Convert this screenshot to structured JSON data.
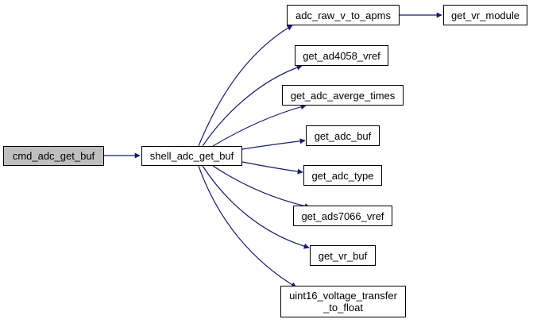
{
  "graph": {
    "type": "call-graph",
    "edge_color": "#191970",
    "root_fill": "#bfbfbf",
    "node_fill": "#ffffff",
    "nodes": [
      {
        "id": "cmd_adc_get_buf",
        "label": "cmd_adc_get_buf",
        "root": true
      },
      {
        "id": "shell_adc_get_buf",
        "label": "shell_adc_get_buf"
      },
      {
        "id": "adc_raw_v_to_apms",
        "label": "adc_raw_v_to_apms"
      },
      {
        "id": "get_vr_module",
        "label": "get_vr_module"
      },
      {
        "id": "get_ad4058_vref",
        "label": "get_ad4058_vref"
      },
      {
        "id": "get_adc_averge_times",
        "label": "get_adc_averge_times"
      },
      {
        "id": "get_adc_buf",
        "label": "get_adc_buf"
      },
      {
        "id": "get_adc_type",
        "label": "get_adc_type"
      },
      {
        "id": "get_ads7066_vref",
        "label": "get_ads7066_vref"
      },
      {
        "id": "get_vr_buf",
        "label": "get_vr_buf"
      },
      {
        "id": "uint16_voltage_transfer_to_float",
        "label": "uint16_voltage_transfer\n_to_float"
      }
    ],
    "edges": [
      {
        "from": "cmd_adc_get_buf",
        "to": "shell_adc_get_buf"
      },
      {
        "from": "shell_adc_get_buf",
        "to": "adc_raw_v_to_apms"
      },
      {
        "from": "shell_adc_get_buf",
        "to": "get_ad4058_vref"
      },
      {
        "from": "shell_adc_get_buf",
        "to": "get_adc_averge_times"
      },
      {
        "from": "shell_adc_get_buf",
        "to": "get_adc_buf"
      },
      {
        "from": "shell_adc_get_buf",
        "to": "get_adc_type"
      },
      {
        "from": "shell_adc_get_buf",
        "to": "get_ads7066_vref"
      },
      {
        "from": "shell_adc_get_buf",
        "to": "get_vr_buf"
      },
      {
        "from": "shell_adc_get_buf",
        "to": "uint16_voltage_transfer_to_float"
      },
      {
        "from": "adc_raw_v_to_apms",
        "to": "get_vr_module"
      }
    ]
  }
}
